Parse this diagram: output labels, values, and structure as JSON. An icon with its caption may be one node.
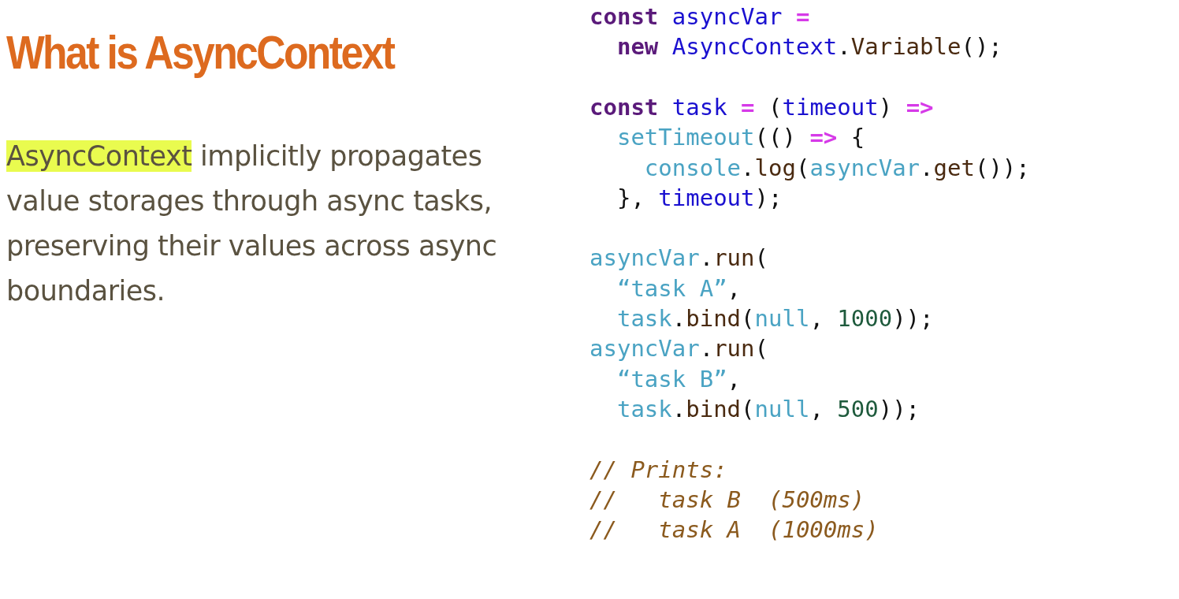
{
  "diagram": {
    "title": "What is AsyncContext",
    "labels": [
      "AsyncContext implicitly propagates value storages through async tasks, preserving their values across async boundaries.",
      "const asyncVar =",
      "  new AsyncContext.Variable();",
      "const task = (timeout) =>",
      "  setTimeout(() => {",
      "    console.log(asyncVar.get());",
      "  }, timeout);",
      "asyncVar.run(",
      "  “task A”,",
      "  task.bind(null, 1000));",
      "asyncVar.run(",
      "  “task B”,",
      "  task.bind(null, 500));",
      "// Prints:",
      "//   task B  (500ms)",
      "//   task A  (1000ms)"
    ]
  }
}
